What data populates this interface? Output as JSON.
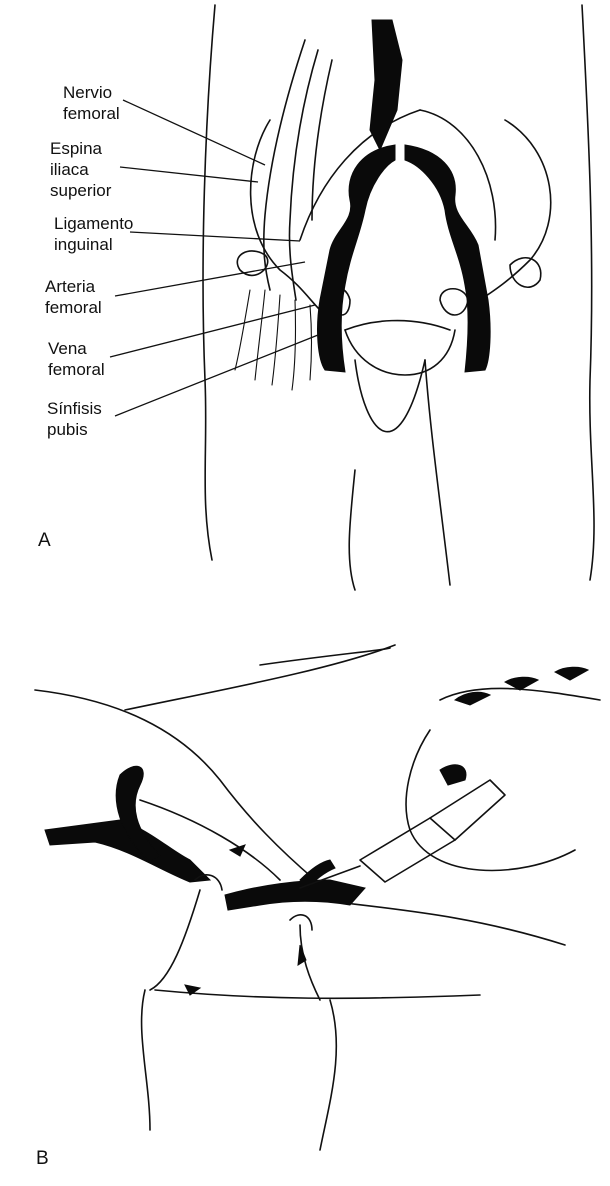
{
  "panel_a": {
    "letter": "A",
    "labels": {
      "nervio_femoral": [
        "Nervio",
        "femoral"
      ],
      "espina_iliaca": [
        "Espina",
        "iliaca",
        "superior"
      ],
      "ligamento_inguinal": [
        "Ligamento",
        "inguinal"
      ],
      "arteria_femoral": [
        "Arteria",
        "femoral"
      ],
      "vena_femoral": [
        "Vena",
        "femoral"
      ],
      "sinfisis_pubis": [
        "Sínfisis",
        "pubis"
      ]
    }
  },
  "panel_b": {
    "letter": "B"
  }
}
